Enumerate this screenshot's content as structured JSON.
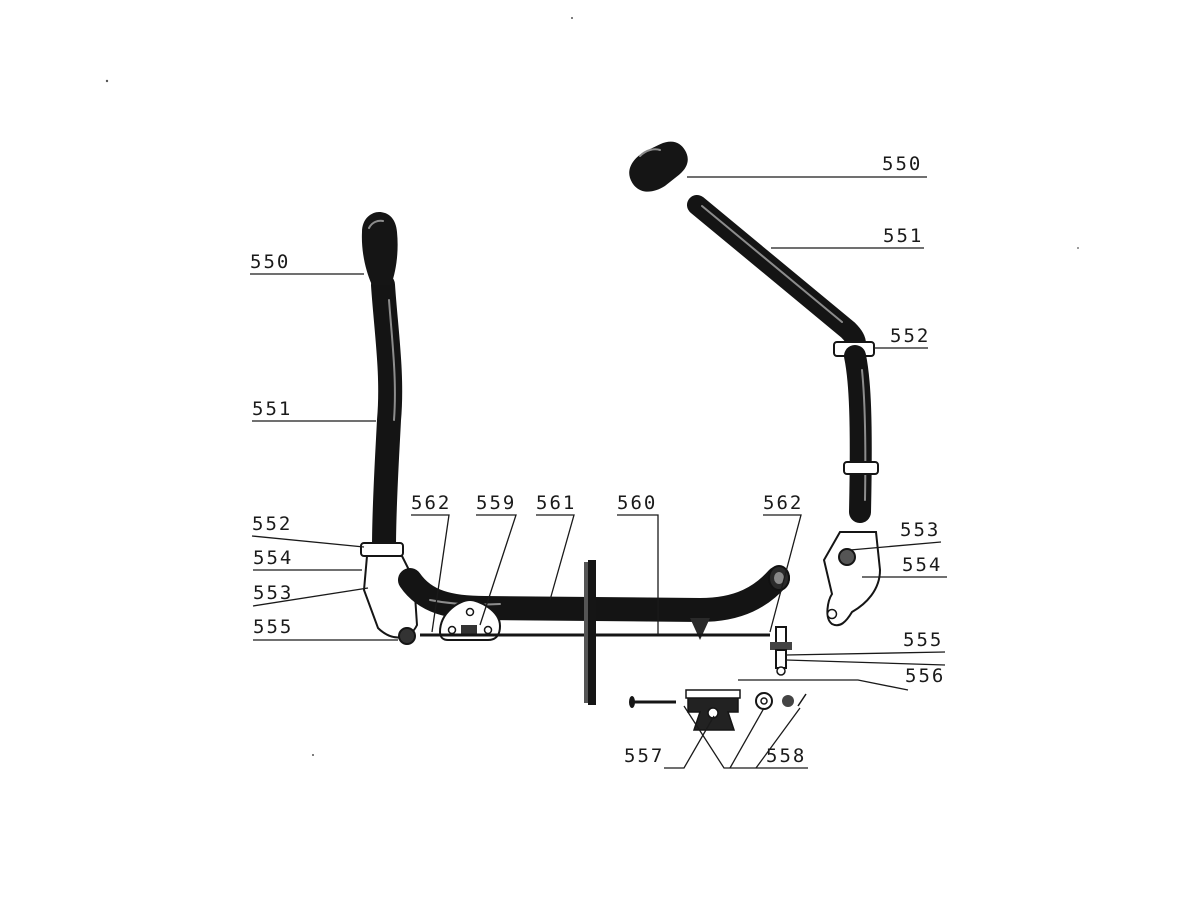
{
  "parts": {
    "left": {
      "p550": "550",
      "p551": "551",
      "p552": "552",
      "p554": "554",
      "p553": "553",
      "p555": "555",
      "p562a": "562",
      "p559": "559",
      "p561": "561",
      "p560": "560",
      "p562b": "562"
    },
    "right": {
      "p550": "550",
      "p551": "551",
      "p552": "552",
      "p553": "553",
      "p554": "554",
      "p555": "555",
      "p556": "556",
      "p557": "557",
      "p558": "558"
    }
  },
  "colors": {
    "ink": "#151515",
    "paper": "#ffffff"
  }
}
